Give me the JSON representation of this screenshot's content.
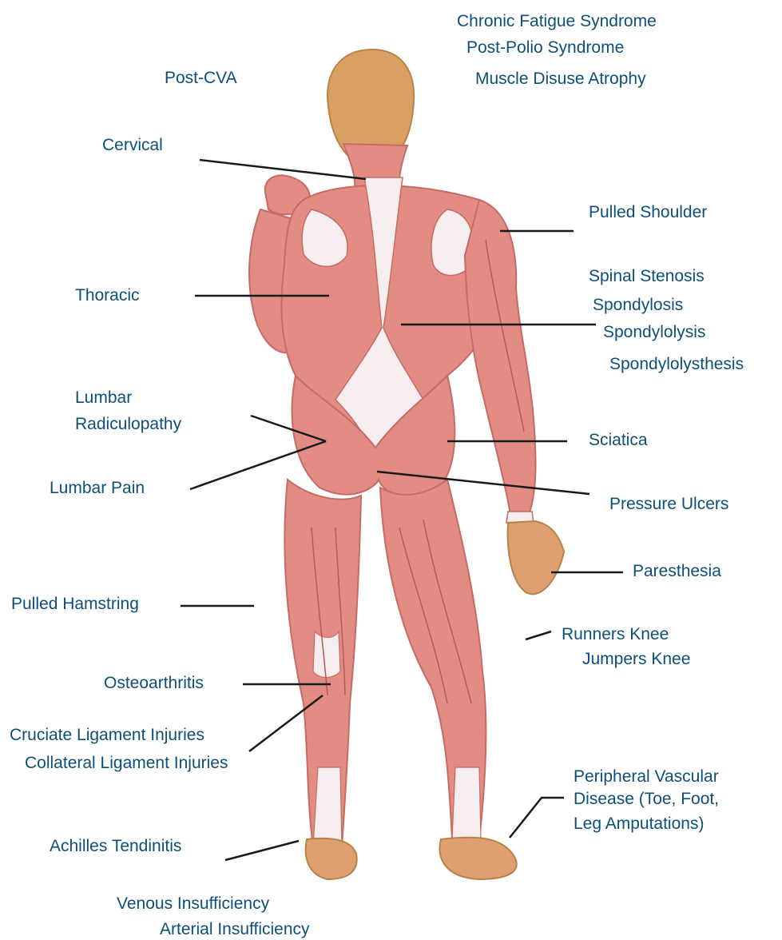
{
  "colors": {
    "label_text": "#0d4f78",
    "leader_line": "#1a1a1a",
    "muscle": "#e28c84",
    "muscle_dark": "#c56b64",
    "tendon": "#f6eeee",
    "hair": "#d9a063",
    "skin": "#dea070"
  },
  "labels": {
    "chronic_fatigue": "Chronic Fatigue Syndrome",
    "post_polio": "Post-Polio Syndrome",
    "muscle_disuse": "Muscle Disuse Atrophy",
    "post_cva": "Post-CVA",
    "cervical": "Cervical",
    "pulled_shoulder": "Pulled Shoulder",
    "thoracic": "Thoracic",
    "spinal_stenosis": "Spinal Stenosis",
    "spondylosis": "Spondylosis",
    "spondylolysis": "Spondylolysis",
    "spondylolysthesis": "Spondylolysthesis",
    "lumbar_radiculopathy_1": "Lumbar",
    "lumbar_radiculopathy_2": "Radiculopathy",
    "sciatica": "Sciatica",
    "lumbar_pain": "Lumbar Pain",
    "pressure_ulcers": "Pressure Ulcers",
    "paresthesia": "Paresthesia",
    "pulled_hamstring": "Pulled Hamstring",
    "runners_knee": "Runners Knee",
    "jumpers_knee": "Jumpers Knee",
    "osteoarthritis": "Osteoarthritis",
    "cruciate": "Cruciate Ligament Injuries",
    "collateral": "Collateral Ligament Injuries",
    "peripheral_1": "Peripheral Vascular",
    "peripheral_2": "Disease (Toe, Foot,",
    "peripheral_3": "Leg Amputations)",
    "achilles": "Achilles Tendinitis",
    "venous": "Venous Insufficiency",
    "arterial": "Arterial Insufficiency"
  }
}
